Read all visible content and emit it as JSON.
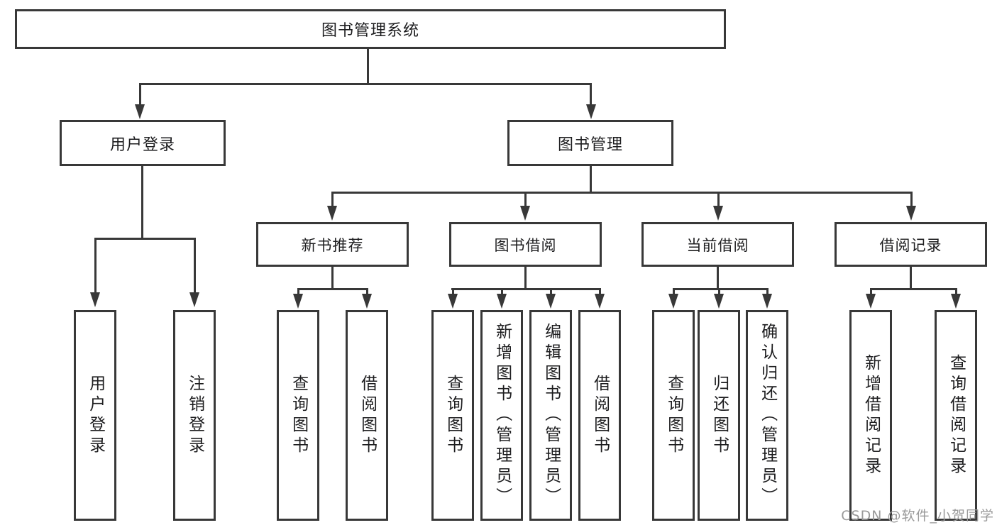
{
  "diagram_type": "functional-structure-tree",
  "colors": {
    "line": "#383838",
    "text": "#1d1d1f",
    "background": "#ffffff",
    "watermark": "#9a9a9a"
  },
  "tree": {
    "label": "图书管理系统",
    "children": [
      {
        "label": "用户登录",
        "children": [
          {
            "label": "用户登录"
          },
          {
            "label": "注销登录"
          }
        ]
      },
      {
        "label": "图书管理",
        "children": [
          {
            "label": "新书推荐",
            "children": [
              {
                "label": "查询图书"
              },
              {
                "label": "借阅图书"
              }
            ]
          },
          {
            "label": "图书借阅",
            "children": [
              {
                "label": "查询图书"
              },
              {
                "label": "新增图书（管理员）"
              },
              {
                "label": "编辑图书（管理员）"
              },
              {
                "label": "借阅图书"
              }
            ]
          },
          {
            "label": "当前借阅",
            "children": [
              {
                "label": "查询图书"
              },
              {
                "label": "归还图书"
              },
              {
                "label": "确认归还（管理员）"
              }
            ]
          },
          {
            "label": "借阅记录",
            "children": [
              {
                "label": "新增借阅记录"
              },
              {
                "label": "查询借阅记录"
              }
            ]
          }
        ]
      }
    ]
  },
  "watermark": {
    "text": "CSDN @软件_小贺同学"
  }
}
